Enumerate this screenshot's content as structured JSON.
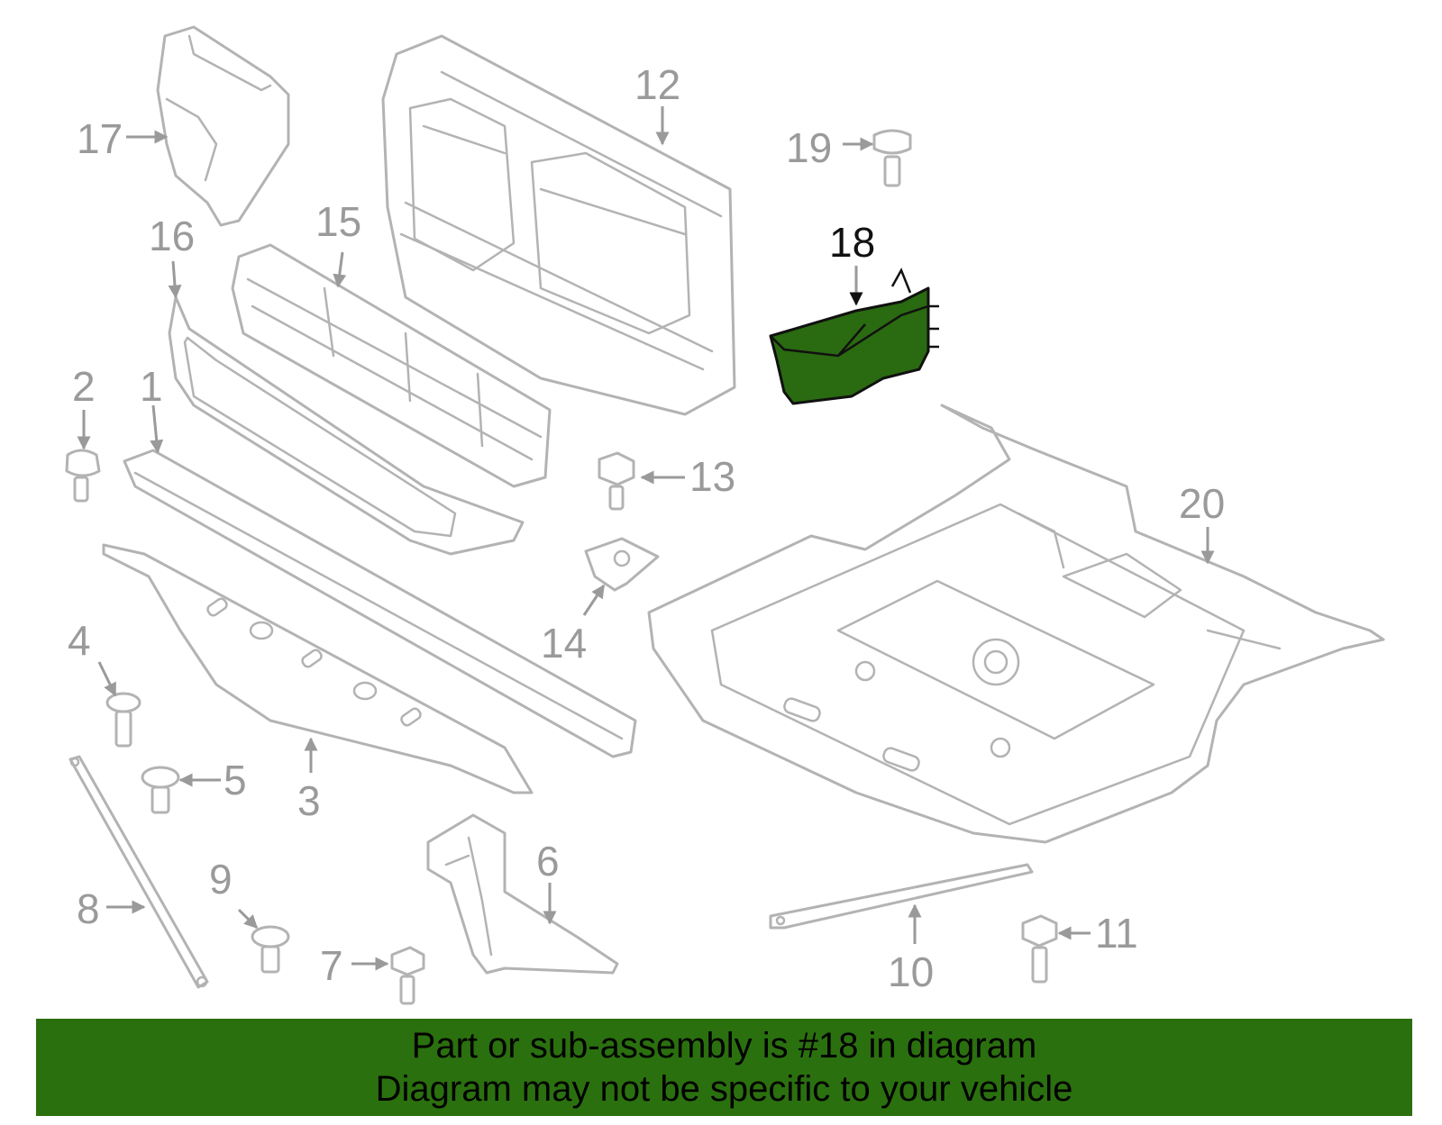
{
  "callouts": {
    "c1": "1",
    "c2": "2",
    "c3": "3",
    "c4": "4",
    "c5": "5",
    "c6": "6",
    "c7": "7",
    "c8": "8",
    "c9": "9",
    "c10": "10",
    "c11": "11",
    "c12": "12",
    "c13": "13",
    "c14": "14",
    "c15": "15",
    "c16": "16",
    "c17": "17",
    "c18": "18",
    "c19": "19",
    "c20": "20"
  },
  "highlighted_part": "18",
  "colors": {
    "highlight": "#2a6a10",
    "banner": "#2b700f",
    "line_art": "#b3b3b3"
  },
  "banner": {
    "line1": "Part or sub-assembly is #18 in diagram",
    "line2": "Diagram may not be specific to your vehicle"
  }
}
